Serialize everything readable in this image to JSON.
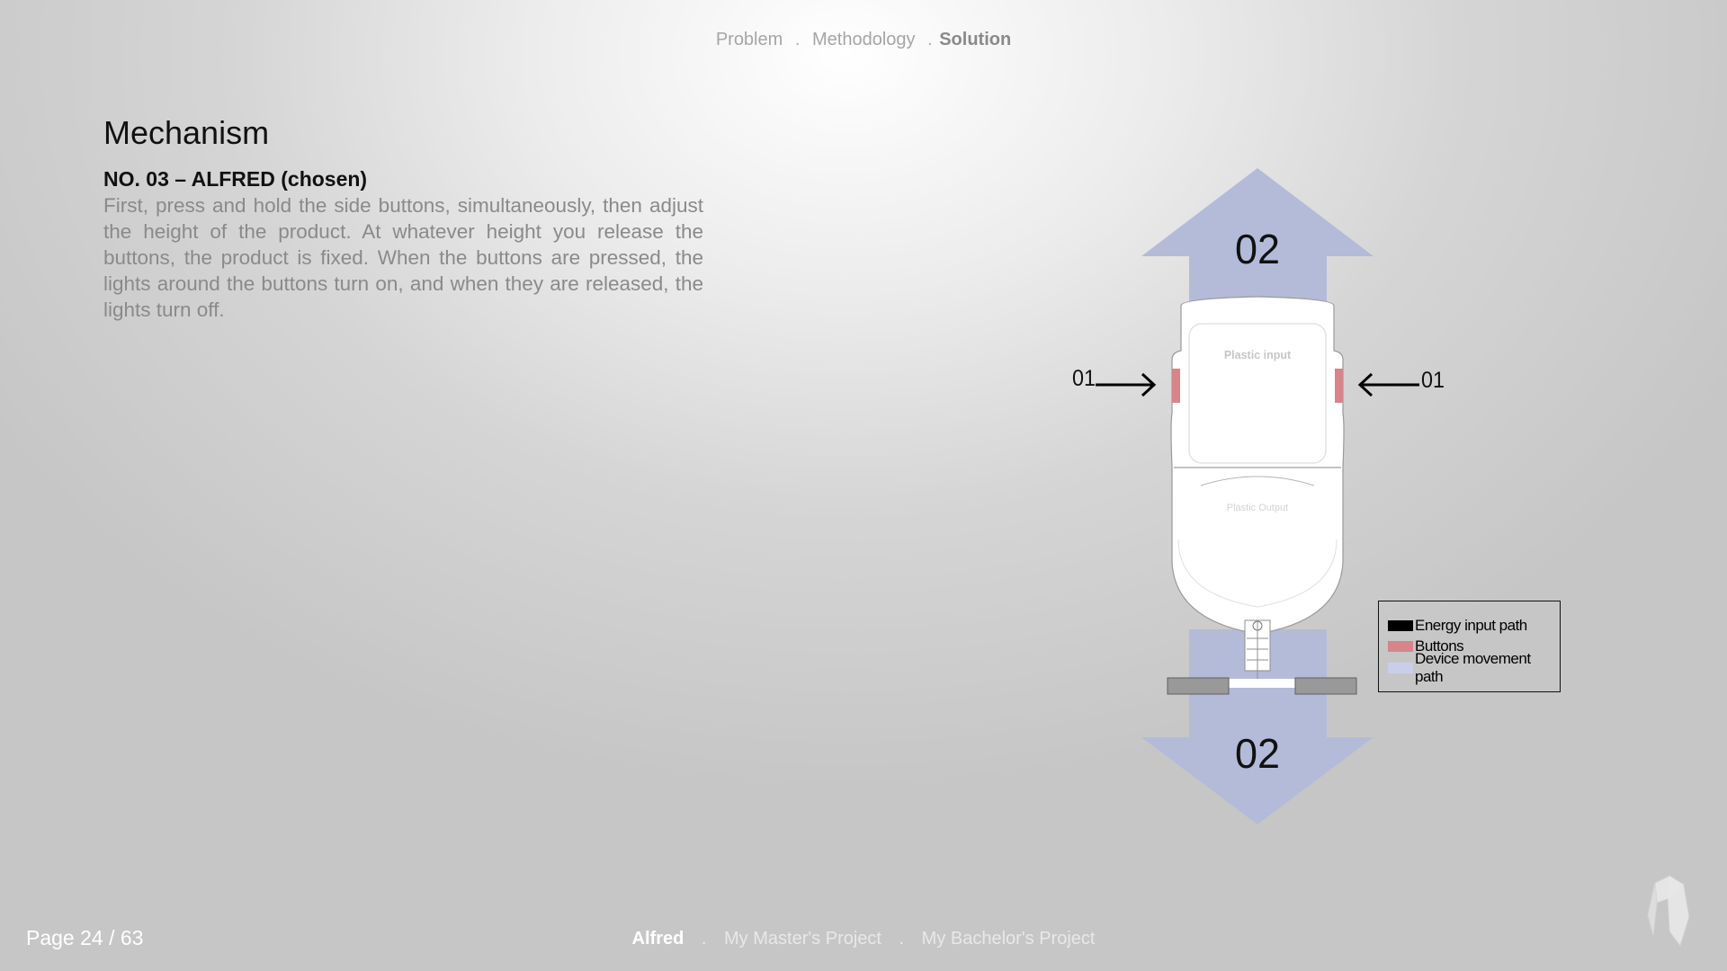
{
  "top_nav": {
    "items": [
      {
        "label": "Problem"
      },
      {
        "label": "Methodology"
      },
      {
        "label": "Solution"
      }
    ],
    "separator": "."
  },
  "content": {
    "title": "Mechanism",
    "subtitle": "NO. 03 – ALFRED (chosen)",
    "body": "First, press and hold the side buttons, simultaneously, then adjust the height of the product. At whatever height you release the buttons, the product is fixed. When the buttons are pressed, the lights around the buttons turn on, and when they are released, the lights turn off."
  },
  "diagram": {
    "top_arrow_label": "02",
    "bottom_arrow_label": "02",
    "left_input_label": "01",
    "right_input_label": "01",
    "device_upper_label": "Plastic input",
    "device_lower_label": "Plastic Output",
    "colors": {
      "movement": "#b3bbd9",
      "buttons": "#d7848a",
      "energy": "#000000"
    }
  },
  "legend": {
    "items": [
      {
        "label": "Energy input path",
        "color": "#000000"
      },
      {
        "label": "Buttons",
        "color": "#d7848a"
      },
      {
        "label": "Device movement path",
        "color": "#c9cfea"
      }
    ]
  },
  "footer": {
    "page": "Page 24 / 63",
    "nav": [
      {
        "label": "Alfred"
      },
      {
        "label": "My Master's Project"
      },
      {
        "label": "My Bachelor's Project"
      }
    ],
    "separator": ".",
    "logo_icon": "university-logo-icon"
  }
}
